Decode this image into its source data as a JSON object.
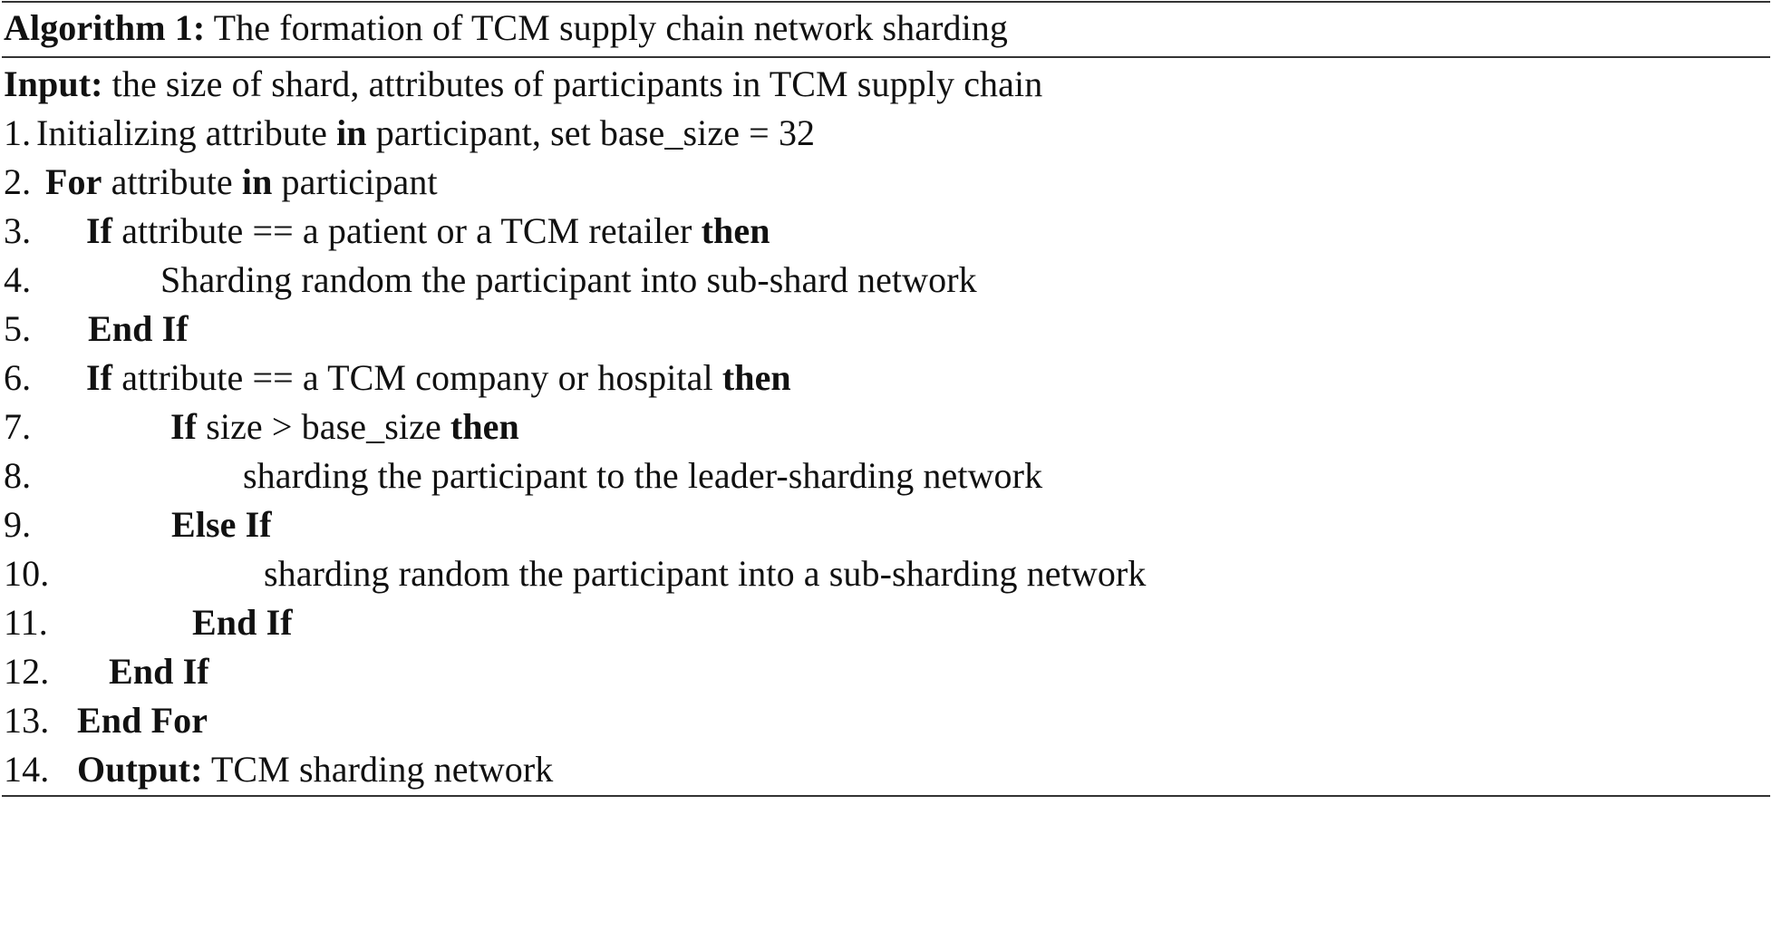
{
  "algorithm": {
    "label": "Algorithm 1:",
    "title": "The formation of TCM supply chain network sharding"
  },
  "input": {
    "label": "Input:",
    "text": "the size of shard, attributes of participants in TCM supply chain"
  },
  "steps": [
    {
      "num": "1.",
      "parts": [
        "Initializing attribute ",
        "in",
        " participant, set base_size = 32"
      ]
    },
    {
      "num": "2.",
      "parts": [
        "For",
        " attribute ",
        "in",
        " participant"
      ]
    },
    {
      "num": "3.",
      "parts": [
        "If",
        " attribute == a patient or a TCM retailer ",
        "then"
      ]
    },
    {
      "num": "4.",
      "parts": [
        "Sharding random the participant into sub-shard network"
      ]
    },
    {
      "num": "5.",
      "parts": [
        "End If"
      ]
    },
    {
      "num": "6.",
      "parts": [
        "If",
        " attribute == a TCM company or hospital ",
        "then"
      ]
    },
    {
      "num": "7.",
      "parts": [
        "If",
        " size > base_size ",
        "then"
      ]
    },
    {
      "num": "8.",
      "parts": [
        "sharding the participant to the leader-sharding network"
      ]
    },
    {
      "num": "9.",
      "parts": [
        "Else If"
      ]
    },
    {
      "num": "10.",
      "parts": [
        "sharding random the participant into a sub-sharding network"
      ]
    },
    {
      "num": "11.",
      "parts": [
        "End If"
      ]
    },
    {
      "num": "12.",
      "parts": [
        "End If"
      ]
    },
    {
      "num": "13.",
      "parts": [
        "End For"
      ]
    },
    {
      "num": "14.",
      "parts": [
        "Output:",
        " TCM sharding network"
      ]
    }
  ]
}
